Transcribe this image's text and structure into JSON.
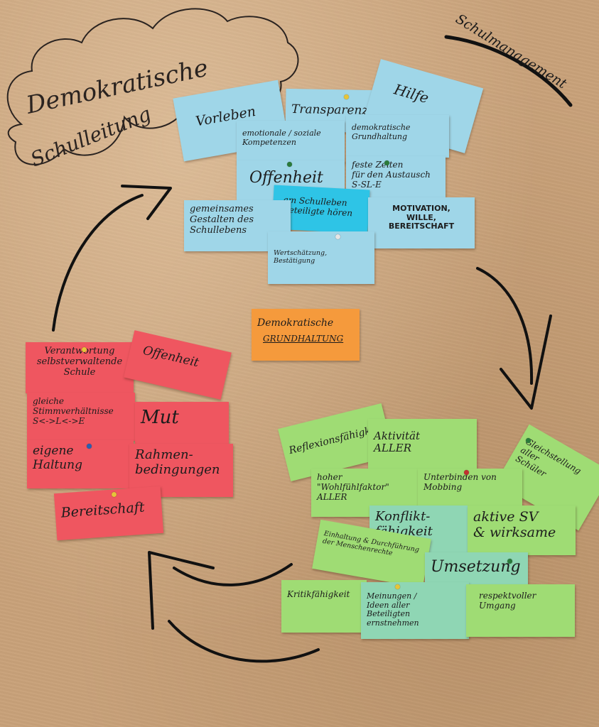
{
  "board": {
    "cloud_title_line1": "Demokratische",
    "cloud_title_line2": "Schulleitung",
    "corner_label": "Schulmanagement",
    "center_note_line1": "Demokratische",
    "center_note_line2": "GRUNDHALTUNG"
  },
  "blue_notes": [
    "Vorleben",
    "Transparenz",
    "Hilfe",
    "emotionale / soziale\nKompetenzen",
    "demokratische\nGrundhaltung",
    "Offenheit",
    "feste Zeiten\nfür den Austausch\nS-SL-E",
    "am Schulleben\nBeteiligte hören",
    "gemeinsames\nGestalten des\nSchullebens",
    "MOTIVATION,\nWILLE,\nBEREITSCHAFT",
    "Wertschätzung,\nBestätigung"
  ],
  "red_notes": [
    "Verantwortung\nselbstverwaltende\nSchule",
    "Offenheit",
    "gleiche\nStimmverhältnisse\nS<->L<->E",
    "Mut",
    "eigene\nHaltung",
    "Rahmen-\nbedingungen",
    "Bereitschaft"
  ],
  "green_notes": [
    "Reflexionsfähigkeit",
    "Aktivität\nALLER",
    "Gleichstellung aller\nSchüler",
    "hoher\n\"Wohlfühlfaktor\"\nALLER",
    "Unterbinden von\nMobbing",
    "Konflikt-\nfähigkeit",
    "aktive SV\n& wirksame",
    "Einhaltung & Durchführung\nder Menschenrechte",
    "Umsetzung",
    "Kritikfähigkeit",
    "Meinungen /\nIdeen aller\nBeteiligten ernstnehmen",
    "respektvoller\nUmgang"
  ],
  "colors": {
    "paper": "#c9a27a",
    "blue": "#9fd6e8",
    "cyan": "#2ec4e6",
    "red": "#ef5660",
    "orange": "#f59a3c",
    "green": "#9fdc74",
    "teal": "#8fd6b4",
    "ink": "#1c1c1c"
  }
}
